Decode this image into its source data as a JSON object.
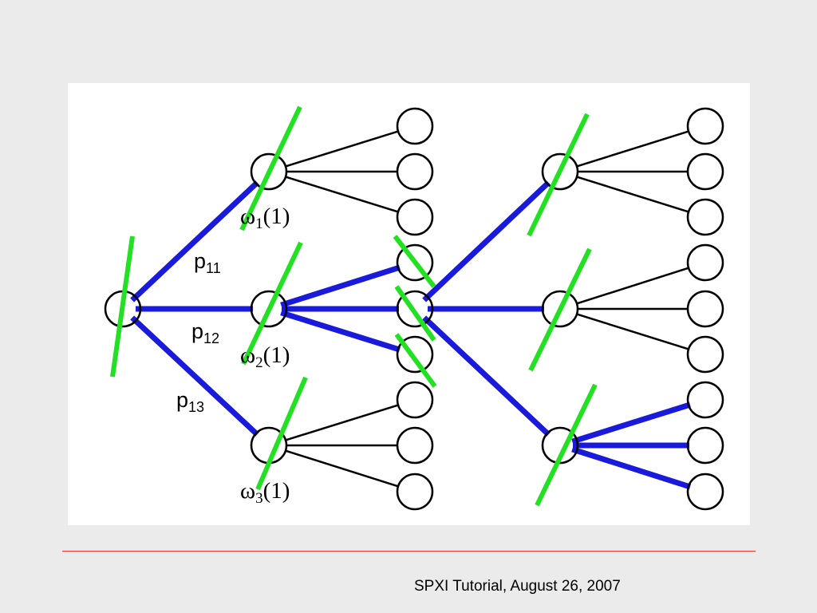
{
  "colors": {
    "node_stroke": "#000000",
    "tree_edge": "#000000",
    "highlight_edge": "#1a1adc",
    "cut_mark": "#22e022",
    "footer_rule": "#e8362c"
  },
  "labels": {
    "p11_base": "p",
    "p11_sub": "11",
    "p12_base": "p",
    "p12_sub": "12",
    "p13_base": "p",
    "p13_sub": "13",
    "omega1_base": "ω",
    "omega1_sub": "1",
    "omega1_arg": "(1)",
    "omega2_base": "ω",
    "omega2_sub": "2",
    "omega2_arg": "(1)",
    "omega3_base": "ω",
    "omega3_sub": "3",
    "omega3_arg": "(1)"
  },
  "footer": {
    "text": "SPXI Tutorial, August 26, 2007"
  }
}
